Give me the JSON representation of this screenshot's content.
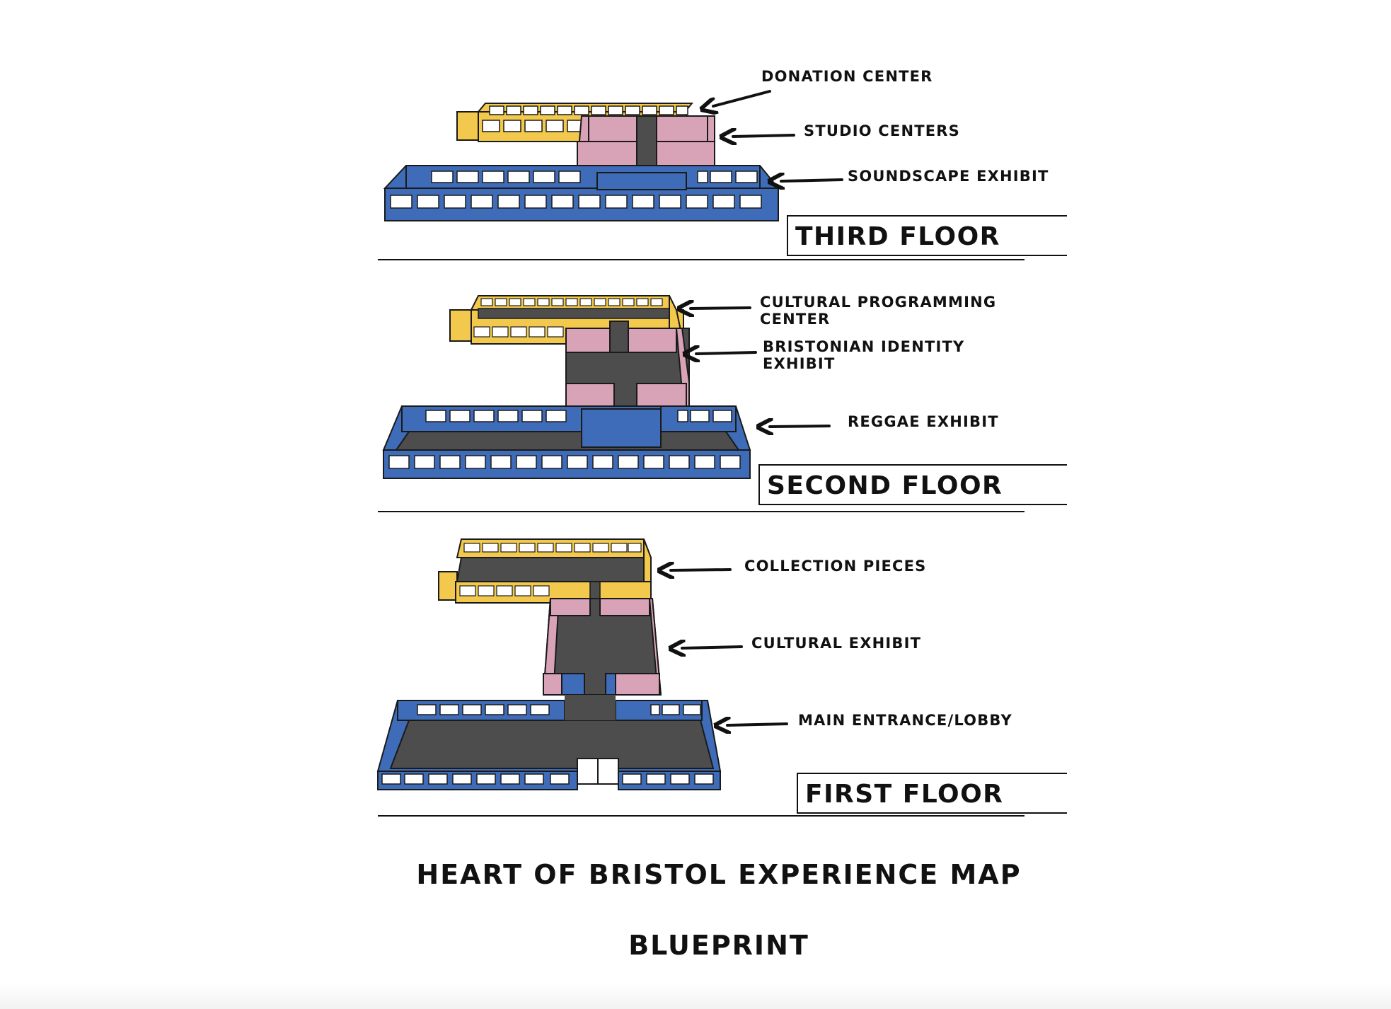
{
  "colors": {
    "blue": "#3f6cb8",
    "yellow": "#f2c94c",
    "pink": "#d8a3b6",
    "gray": "#4d4d4d",
    "window": "#ffffff",
    "outline": "#1a1a1a"
  },
  "floors": {
    "third": {
      "title": "THIRD FLOOR",
      "labels": [
        "DONATION CENTER",
        "STUDIO CENTERS",
        "SOUNDSCAPE EXHIBIT"
      ]
    },
    "second": {
      "title": "SECOND FLOOR",
      "labels": [
        "CULTURAL PROGRAMMING",
        "CENTER",
        "BRISTONIAN IDENTITY",
        "EXHIBIT",
        "REGGAE EXHIBIT"
      ]
    },
    "first": {
      "title": "FIRST FLOOR",
      "labels": [
        "COLLECTION PIECES",
        "CULTURAL EXHIBIT",
        "MAIN ENTRANCE/LOBBY"
      ]
    }
  },
  "title": "HEART OF BRISTOL EXPERIENCE MAP",
  "subtitle": "BLUEPRINT"
}
